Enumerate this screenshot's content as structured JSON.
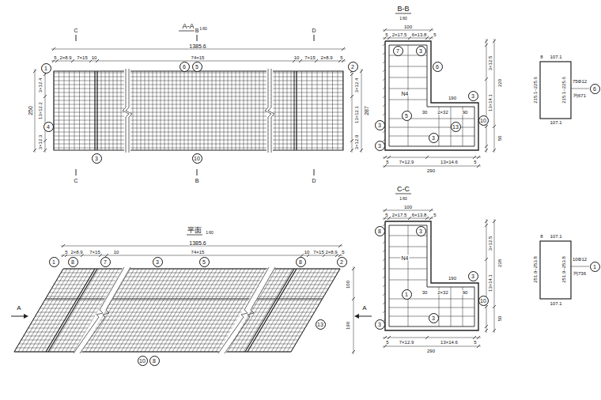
{
  "diagram": {
    "nodes": [
      {
        "text": [
          "1"
        ]
      },
      {
        "text": [
          "2"
        ]
      },
      {
        "text": [
          "4"
        ]
      },
      {
        "text": [
          "6"
        ]
      },
      {
        "text": [
          "5"
        ]
      },
      {
        "text": [
          "3"
        ]
      },
      {
        "text": [
          "10"
        ]
      },
      {
        "text": [
          "1"
        ]
      },
      {
        "text": [
          "8"
        ]
      },
      {
        "text": [
          "7"
        ]
      },
      {
        "text": [
          "3"
        ]
      },
      {
        "text": [
          "5"
        ]
      },
      {
        "text": [
          "8"
        ]
      },
      {
        "text": [
          "2"
        ]
      },
      {
        "text": [
          "13"
        ]
      },
      {
        "text": [
          "10"
        ]
      },
      {
        "text": [
          "8"
        ]
      },
      {
        "text": [
          "7"
        ]
      },
      {
        "text": [
          "3"
        ]
      },
      {
        "text": [
          "6"
        ]
      },
      {
        "text": [
          "3"
        ]
      },
      {
        "text": [
          "5"
        ]
      },
      {
        "text": [
          "13"
        ]
      },
      {
        "text": [
          "10"
        ]
      },
      {
        "text": [
          "3"
        ]
      },
      {
        "text": [
          "3"
        ]
      },
      {
        "text": [
          "3"
        ]
      },
      {
        "text": [
          "6"
        ]
      },
      {
        "text": [
          "8"
        ]
      },
      {
        "text": [
          "3"
        ]
      },
      {
        "text": [
          "3"
        ]
      },
      {
        "text": [
          "1"
        ]
      },
      {
        "text": [
          "10"
        ]
      },
      {
        "text": [
          "3"
        ]
      },
      {
        "text": [
          "3"
        ]
      },
      {
        "text": [
          "1"
        ]
      }
    ],
    "labels": [
      "A-A",
      "1:60",
      "C",
      "B",
      "D",
      "1385.6",
      "5",
      "2×8.9",
      "7×15",
      "10",
      "74×15",
      "10",
      "7×15",
      "2×8.9",
      "5",
      "3×12.4",
      "250",
      "13×12.2",
      "3×12.3",
      "3×12.4",
      "13×12.1",
      "287",
      "3×12.9",
      "C",
      "B",
      "D",
      "平面",
      "1:60",
      "1385.6",
      "5",
      "2×8.9",
      "7×15",
      "10",
      "74×15",
      "10",
      "7×15",
      "2×8.9",
      "5",
      "100",
      "190",
      "A",
      "A",
      "B-B",
      "1:60",
      "100",
      "2×17.5",
      "6×13.8",
      "5",
      "5",
      "N4",
      "190",
      "30",
      "2×32",
      "90",
      "5",
      "7×12.9",
      "13×14.6",
      "5",
      "290",
      "3×12.5",
      "13×14.1",
      "220",
      "50",
      "8",
      "107.1",
      "215.1~225.6",
      "215.1~225.6",
      "107.1",
      "75Φ12",
      "均671",
      "C-C",
      "1:60",
      "100",
      "5",
      "2×17.5",
      "6×13.8",
      "5",
      "N4",
      "190",
      "30",
      "2×32",
      "90",
      "5",
      "7×12.9",
      "13×14.6",
      "5",
      "290",
      "3×12.5",
      "13×14.1",
      "238",
      "50",
      "8",
      "107.1",
      "251.9~253.8",
      "251.9~253.8",
      "107.1",
      "10Φ12",
      "均736"
    ]
  }
}
